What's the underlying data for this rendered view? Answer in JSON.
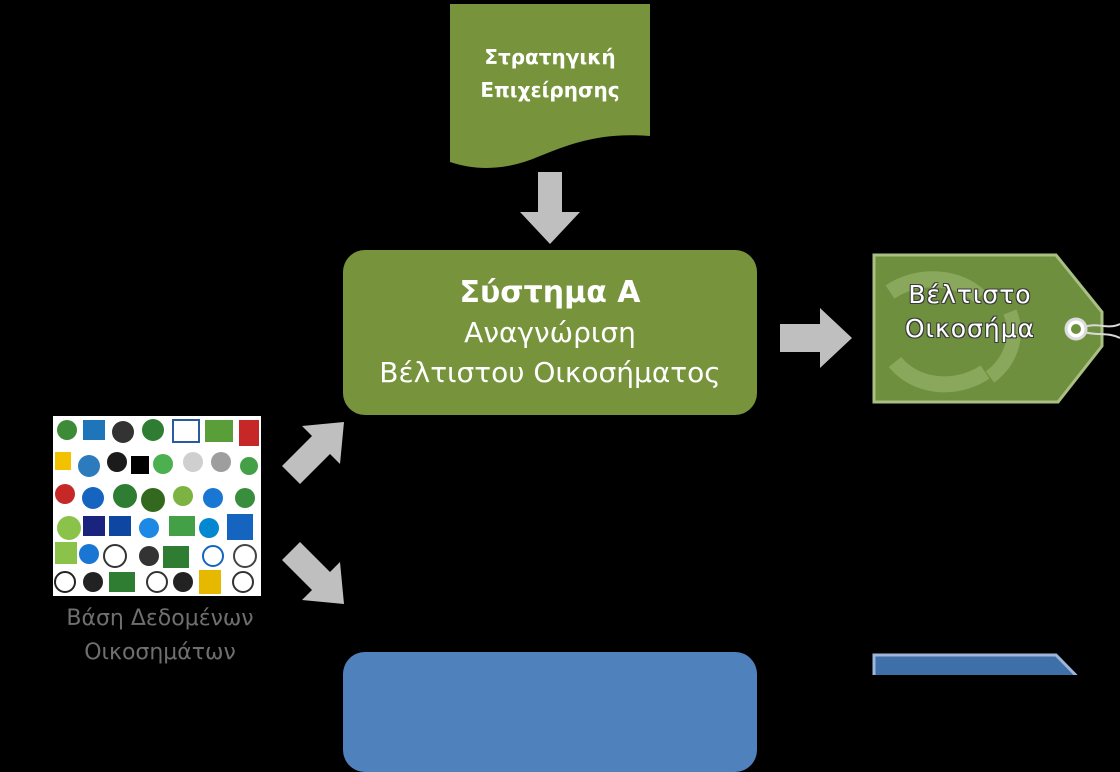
{
  "strategy": {
    "line1": "Στρατηγική",
    "line2": "Επιχείρησης"
  },
  "system_a": {
    "title": "Σύστημα Α",
    "line1": "Αναγνώριση",
    "line2": "Βέλτιστου Οικοσήματος"
  },
  "eco_tag": {
    "line1": "Βέλτιστο",
    "line2": "Οικοσήμα"
  },
  "database": {
    "line1": "Βάση Δεδομένων",
    "line2": "Οικοσημάτων"
  },
  "colors": {
    "green": "#77933c",
    "blue": "#4f81bd",
    "arrow": "#bfbfbf",
    "background": "#000000"
  }
}
